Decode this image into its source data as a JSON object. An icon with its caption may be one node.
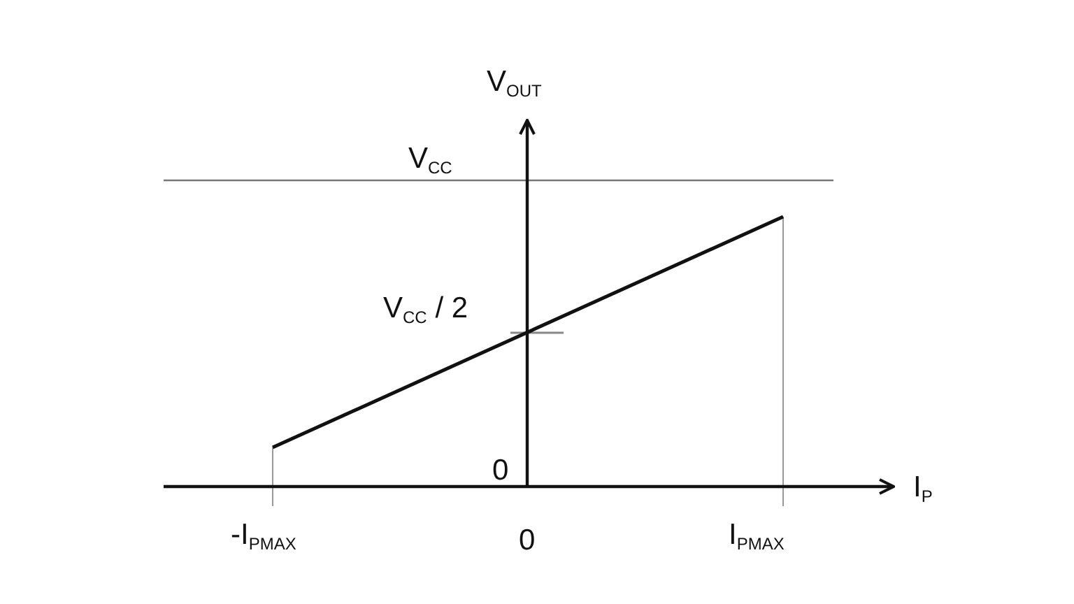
{
  "diagram": {
    "labels": [
      "V$_{OUT}$",
      "V$_{CC}$",
      "V$_{CC}$ / 2",
      "0",
      "I$_{P}$",
      "-I$_{PMAX}$",
      "0",
      "I$_{PMAX}$"
    ]
  }
}
